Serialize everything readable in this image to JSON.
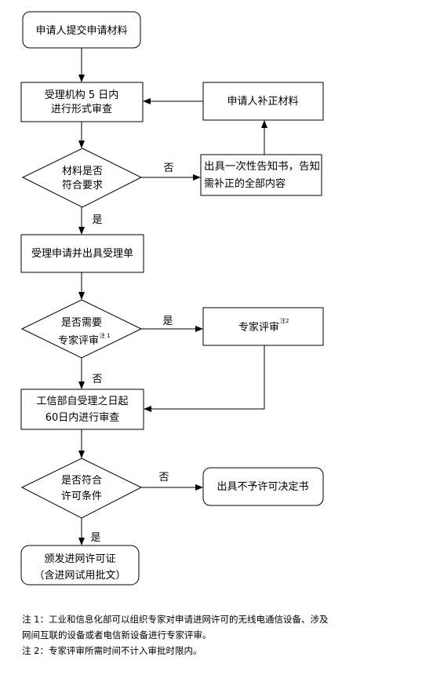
{
  "nodes": {
    "submit": "申请人提交申请材料",
    "review_form_line1": "受理机构 5 日内",
    "review_form_line2": "进行形式审查",
    "supplement": "申请人补正材料",
    "decision_materials_line1": "材料是否",
    "decision_materials_line2": "符合要求",
    "notify_line1": "出具一次性告知书，告知",
    "notify_line2": "需补正的全部内容",
    "accept": "受理申请并出具受理单",
    "decision_expert_line1": "是否需要",
    "decision_expert_line2": "专家评审",
    "decision_expert_sup": "注 1",
    "expert_review": "专家评审",
    "expert_review_sup": "注2",
    "miit_line1": "工信部自受理之日起",
    "miit_line2": "60日内进行审查",
    "decision_permit_line1": "是否符合",
    "decision_permit_line2": "许可条件",
    "deny": "出具不予许可决定书",
    "issue_line1": "颁发进网许可证",
    "issue_line2": "（含进网试用批文）"
  },
  "edges": {
    "no_1": "否",
    "yes_1": "是",
    "yes_2": "是",
    "no_2": "否",
    "no_3": "否",
    "yes_3": "是"
  },
  "notes": {
    "note1_line1": "注 1：工业和信息化部可以组织专家对申请进网许可的无线电通信设备、涉及",
    "note1_line2": "网间互联的设备或者电信新设备进行专家评审。",
    "note2": "注 2：专家评审所需时间不计入审批时限内。"
  }
}
